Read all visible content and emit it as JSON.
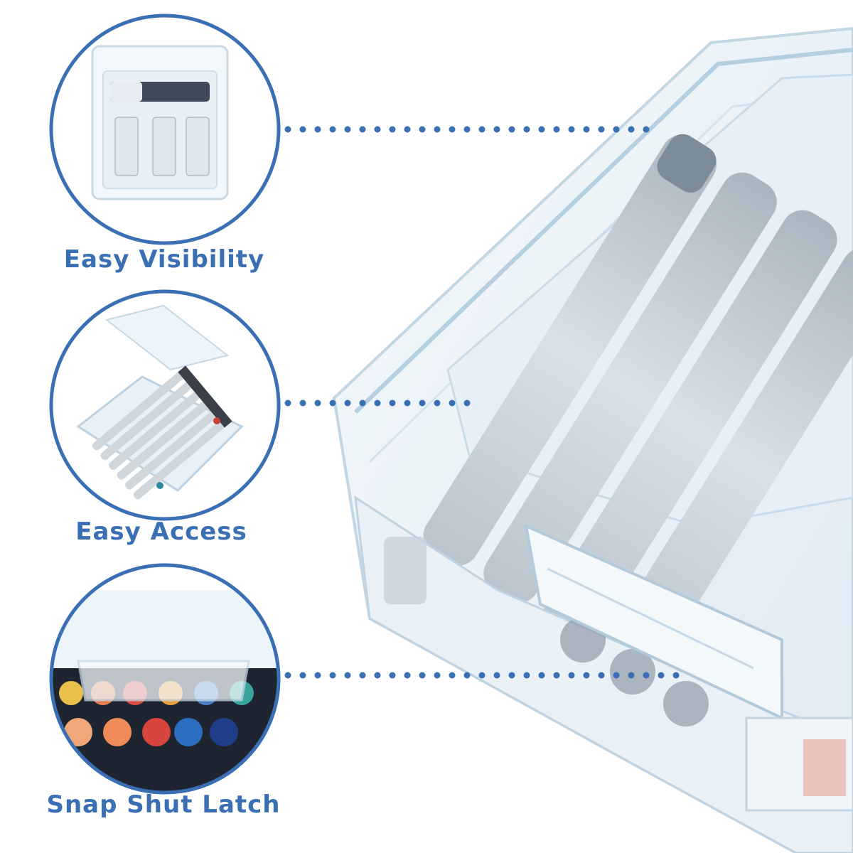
{
  "features": [
    {
      "label": "Easy Visibility"
    },
    {
      "label": "Easy Access"
    },
    {
      "label": "Snap Shut Latch"
    }
  ],
  "colors": {
    "accent": "#3a6fb4",
    "background": "#ffffff",
    "case_outline": "#c8dbe8",
    "case_fill": "#eef5fa",
    "marker_body": "#c9d3da",
    "marker_cap": "#7d8c99"
  },
  "icons": {
    "feature_1": "paint-tubes-in-case-photo",
    "feature_2": "open-case-with-markers-photo",
    "feature_3": "latch-closeup-photo",
    "product": "clear-storage-case-photo"
  }
}
